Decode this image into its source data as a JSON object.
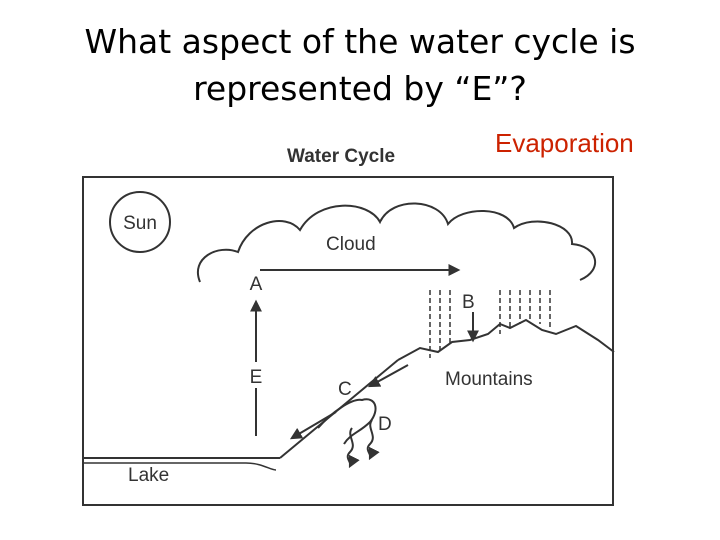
{
  "slide": {
    "title_line1": "What aspect of the water cycle is",
    "title_line2": "represented by “E”?",
    "answer": "Evaporation",
    "answer_color": "#cc2200"
  },
  "diagram": {
    "title": "Water Cycle",
    "labels": {
      "sun": "Sun",
      "cloud": "Cloud",
      "mountains": "Mountains",
      "lake": "Lake",
      "a": "A",
      "b": "B",
      "c": "C",
      "d": "D",
      "e": "E"
    },
    "line_color": "#333333"
  }
}
